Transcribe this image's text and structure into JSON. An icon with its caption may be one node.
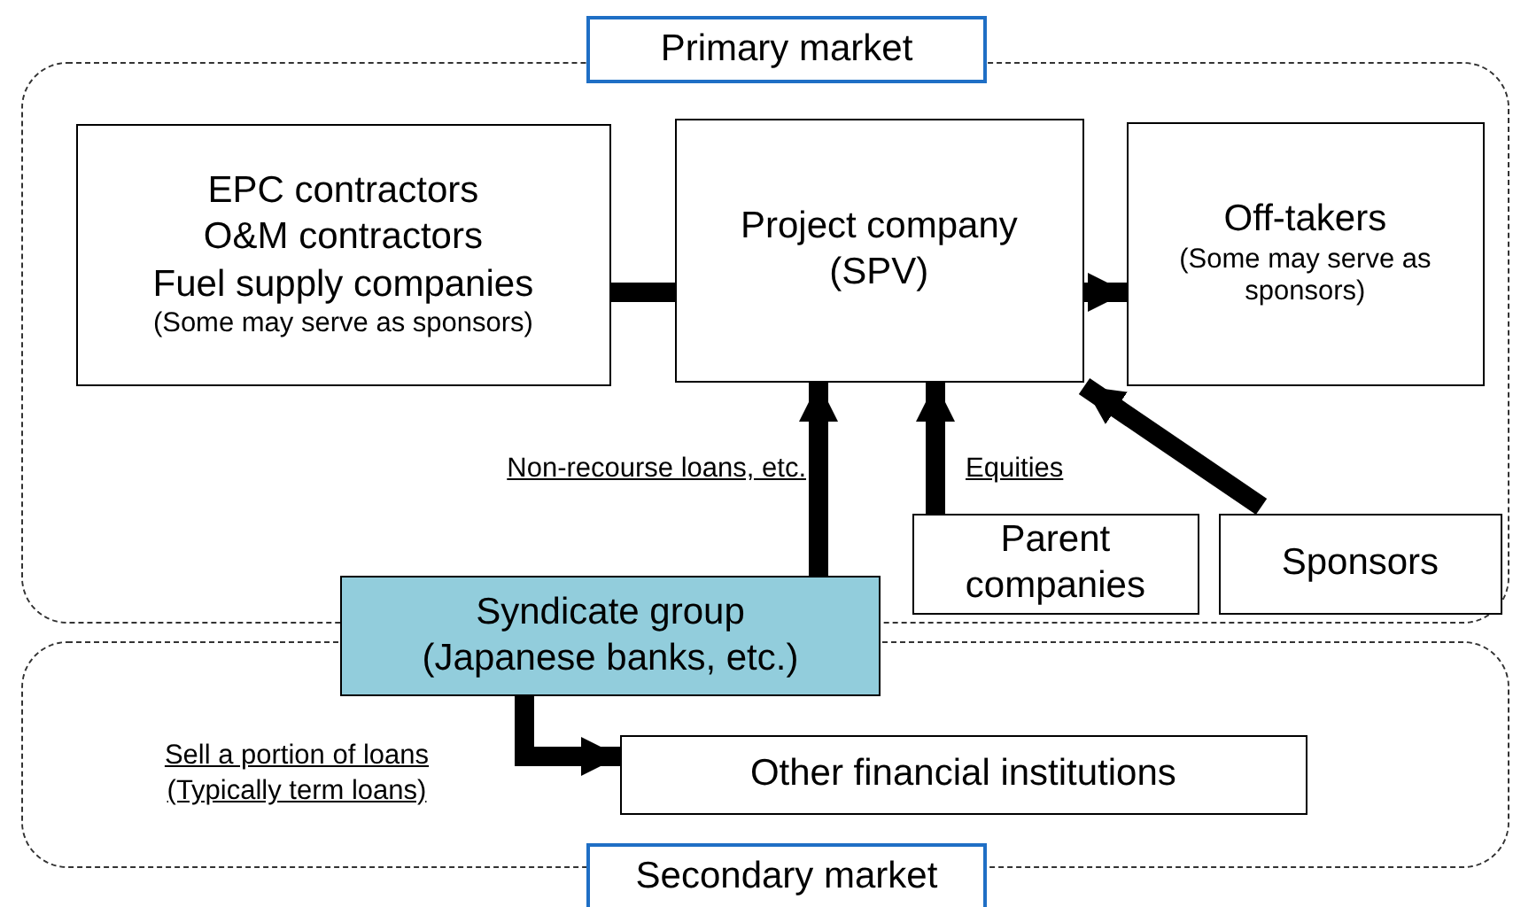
{
  "diagram": {
    "nodes": [
      {
        "text": [
          "Primary market"
        ]
      },
      {
        "text": [
          "EPC contractors",
          "O&M contractors",
          "Fuel supply companies",
          "(Some may serve as sponsors)"
        ],
        "in": 0
      },
      {
        "text": [
          "Project company (SPV)"
        ],
        "in": 0
      },
      {
        "text": [
          "Off-takers",
          "(Some may serve as sponsors)"
        ],
        "in": 0
      },
      {
        "text": [
          "Parent companies"
        ],
        "in": 0
      },
      {
        "text": [
          "Sponsors"
        ],
        "in": 0
      },
      {
        "text": [
          "Syndicate group (Japanese banks, etc.)"
        ]
      },
      {
        "text": [
          "Secondary market"
        ]
      },
      {
        "text": [
          "Other financial institutions"
        ],
        "in": 7
      }
    ],
    "edges": [
      {
        "from": 1,
        "to": 2,
        "arrow": "none"
      },
      {
        "from": 2,
        "to": 3,
        "arrow": "to"
      },
      {
        "from": 6,
        "to": 2,
        "arrow": "to",
        "label": "Non-recourse loans, etc."
      },
      {
        "from": 4,
        "to": 2,
        "arrow": "to",
        "label": "Equities"
      },
      {
        "from": 5,
        "to": 2,
        "arrow": "to"
      },
      {
        "from": 6,
        "to": 8,
        "arrow": "to",
        "label": "Sell a portion of loans (Typically term loans)"
      }
    ]
  }
}
